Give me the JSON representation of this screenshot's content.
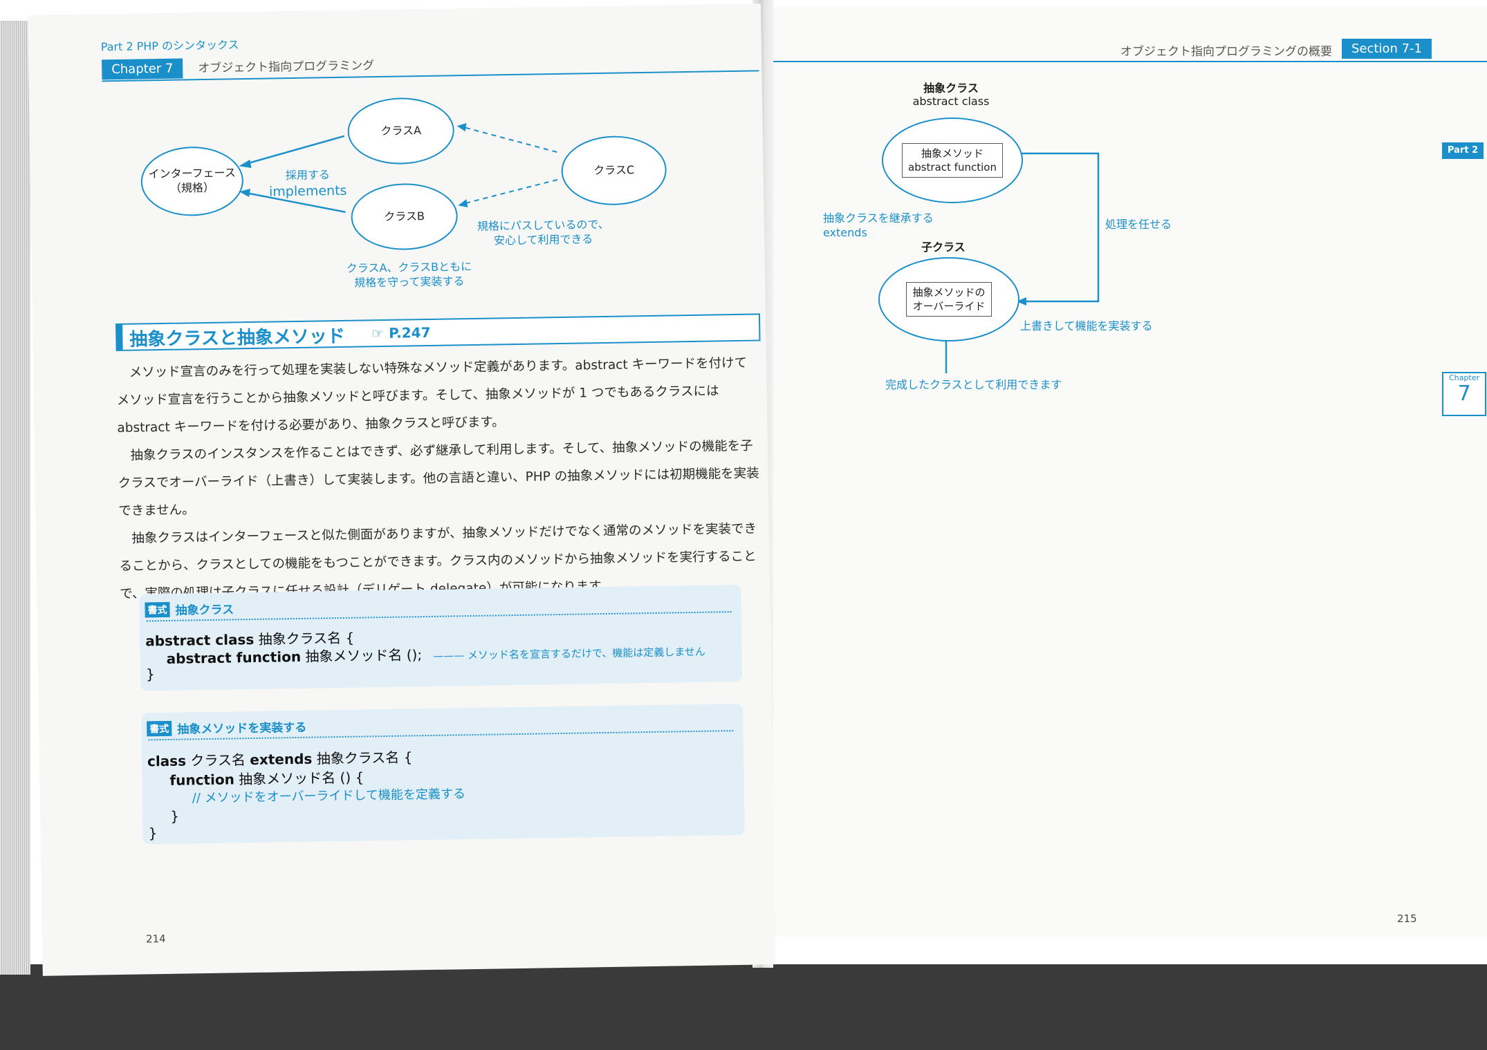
{
  "left_page": {
    "header_part": "Part 2  PHP のシンタックス",
    "chapter_label": "Chapter 7",
    "chapter_title": "オブジェクト指向プログラミング",
    "diagram1": {
      "class_a": "クラスA",
      "class_b": "クラスB",
      "class_c": "クラスC",
      "interface_line1": "インターフェース",
      "interface_line2": "（規格）",
      "adopt_label": "採用する",
      "implements_label": "implements",
      "pass_line1": "規格にパスしているので、",
      "pass_line2": "安心して利用できる",
      "bottom_line1": "クラスA、クラスBともに",
      "bottom_line2": "規格を守って実装する"
    },
    "section_title": "抽象クラスと抽象メソッド",
    "section_ref": "☞ P.247",
    "paragraphs": [
      "メソッド宣言のみを行って処理を実装しない特殊なメソッド定義があります。abstract キーワードを付けてメソッド宣言を行うことから抽象メソッドと呼びます。そして、抽象メソッドが 1 つでもあるクラスには abstract キーワードを付ける必要があり、抽象クラスと呼びます。",
      "抽象クラスのインスタンスを作ることはできず、必ず継承して利用します。そして、抽象メソッドの機能を子クラスでオーバーライド（上書き）して実装します。他の言語と違い、PHP の抽象メソッドには初期機能を実装できません。",
      "抽象クラスはインターフェースと似た側面がありますが、抽象メソッドだけでなく通常のメソッドを実装できることから、クラスとしての機能をもつことができます。クラス内のメソッドから抽象メソッドを実行することで、実際の処理は子クラスに任せる設計（デリゲート delegate）が可能になります。"
    ],
    "code1": {
      "tag": "書式",
      "title": "抽象クラス",
      "line1_kw": "abstract class",
      "line1_rest": " 抽象クラス名 {",
      "line2_kw": "abstract function",
      "line2_rest": " 抽象メソッド名 ();",
      "line2_note": "メソッド名を宣言するだけで、機能は定義しません",
      "line3": "}"
    },
    "code2": {
      "tag": "書式",
      "title": "抽象メソッドを実装する",
      "line1_a": "class",
      "line1_b": " クラス名 ",
      "line1_c": "extends",
      "line1_d": " 抽象クラス名 {",
      "line2_kw": "function",
      "line2_rest": " 抽象メソッド名 () {",
      "line3": "// メソッドをオーバーライドして機能を定義する",
      "line4": "}",
      "line5": "}"
    },
    "page_number": "214"
  },
  "right_page": {
    "header_title": "オブジェクト指向プログラミングの概要",
    "section_label": "Section 7-1",
    "side_part_tab": "Part 2",
    "side_chapter_label": "Chapter",
    "side_chapter_num": "7",
    "diagram2": {
      "abstract_class_jp": "抽象クラス",
      "abstract_class_en": "abstract class",
      "abstract_method_jp": "抽象メソッド",
      "abstract_method_en": "abstract function",
      "inherit_line1": "抽象クラスを継承する",
      "inherit_line2": "extends",
      "delegate_label": "処理を任せる",
      "child_class": "子クラス",
      "override_line1": "抽象メソッドの",
      "override_line2": "オーバーライド",
      "implement_label": "上書きして機能を実装する",
      "complete_label": "完成したクラスとして利用できます"
    },
    "page_number": "215"
  },
  "colors": {
    "accent": "#1a8fc9"
  }
}
